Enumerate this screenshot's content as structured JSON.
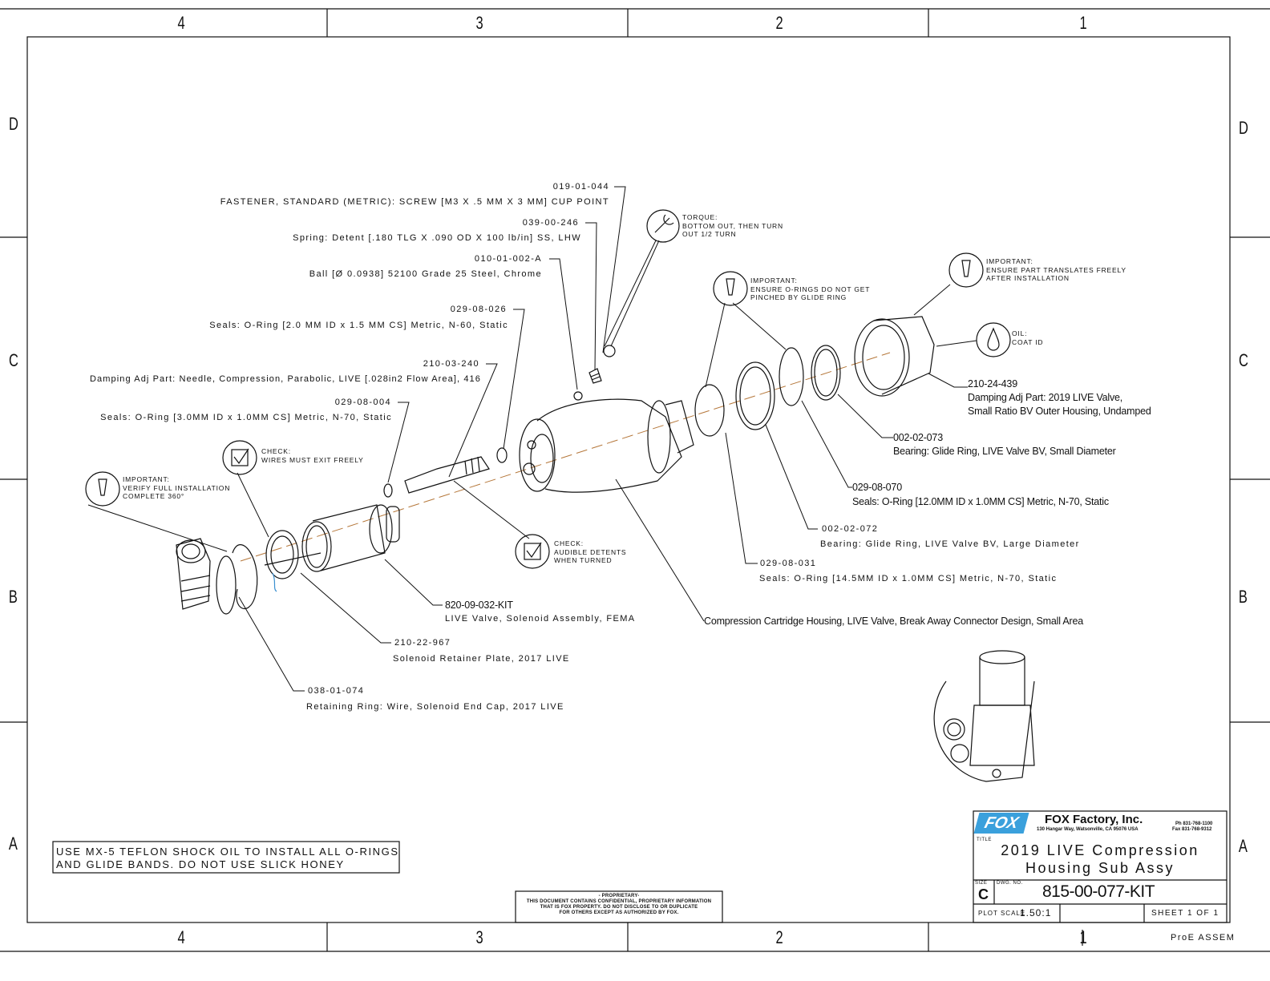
{
  "zones": {
    "columns": [
      "4",
      "3",
      "2",
      "1"
    ],
    "rows": [
      "D",
      "C",
      "B",
      "A"
    ]
  },
  "callouts": [
    {
      "part": "019-01-044",
      "desc": "FASTENER, STANDARD (METRIC):  SCREW [M3 X .5 MM X 3 MM] CUP POINT"
    },
    {
      "part": "039-00-246",
      "desc": "Spring: Detent [.180 TLG X .090 OD X 100 lb/in] SS, LHW"
    },
    {
      "part": "010-01-002-A",
      "desc": "Ball [Ø 0.0938] 52100 Grade 25 Steel, Chrome"
    },
    {
      "part": "029-08-026",
      "desc": "Seals: O-Ring [2.0 MM ID x 1.5 MM CS] Metric, N-60, Static"
    },
    {
      "part": "210-03-240",
      "desc": "Damping Adj Part: Needle, Compression, Parabolic, LIVE [.028in2 Flow Area], 416"
    },
    {
      "part": "029-08-004",
      "desc": "Seals: O-Ring [3.0MM ID x 1.0MM CS] Metric, N-70, Static"
    },
    {
      "part": "210-24-439",
      "desc": "Damping Adj Part: 2019 LIVE Valve,",
      "desc2": "Small Ratio BV Outer Housing, Undamped"
    },
    {
      "part": "002-02-073",
      "desc": "Bearing: Glide Ring, LIVE Valve BV, Small Diameter"
    },
    {
      "part": "029-08-070",
      "desc": "Seals: O-Ring [12.0MM ID x 1.0MM CS] Metric, N-70, Static"
    },
    {
      "part": "002-02-072",
      "desc": "Bearing: Glide Ring, LIVE Valve BV, Large Diameter"
    },
    {
      "part": "029-08-031",
      "desc": "Seals: O-Ring [14.5MM ID x 1.0MM CS] Metric, N-70, Static"
    },
    {
      "part": "",
      "desc": "Compression Cartridge Housing, LIVE Valve, Break Away Connector Design, Small Area"
    },
    {
      "part": "820-09-032-KIT",
      "desc": "LIVE Valve, Solenoid Assembly, FEMA"
    },
    {
      "part": "210-22-967",
      "desc": "Solenoid Retainer Plate, 2017 LIVE"
    },
    {
      "part": "038-01-074",
      "desc": "Retaining Ring: Wire, Solenoid End Cap, 2017 LIVE"
    }
  ],
  "flags": {
    "torque": [
      "TORQUE:",
      "BOTTOM OUT, THEN TURN",
      "OUT 1/2 TURN"
    ],
    "important_orings": [
      "IMPORTANT:",
      "ENSURE O-RINGS DO NOT GET",
      "PINCHED BY GLIDE RING"
    ],
    "important_translate": [
      "IMPORTANT:",
      "ENSURE PART TRANSLATES FREELY",
      "AFTER INSTALLATION"
    ],
    "oil": [
      "OIL:",
      "COAT ID"
    ],
    "check_wires": [
      "CHECK:",
      "WIRES MUST EXIT FREELY"
    ],
    "important_install": [
      "IMPORTANT:",
      "VERIFY FULL INSTALLATION",
      "COMPLETE 360°"
    ],
    "check_detents": [
      "CHECK:",
      "AUDIBLE DETENTS",
      "WHEN TURNED"
    ]
  },
  "general_note": [
    "USE MX-5 TEFLON SHOCK OIL TO INSTALL ALL O-RINGS",
    "AND GLIDE BANDS. DO NOT USE SLICK HONEY"
  ],
  "proprietary": [
    "- PROPRIETARY-",
    "THIS DOCUMENT CONTAINS CONFIDENTIAL, PROPRIETARY INFORMATION",
    "THAT IS FOX PROPERTY.  DO NOT DISCLOSE TO OR DUPLICATE",
    "FOR OTHERS EXCEPT AS AUTHORIZED BY FOX."
  ],
  "title_block": {
    "logo_text": "FOX",
    "company": "FOX Factory, Inc.",
    "address": "130 Hangar Way, Watsonville, CA 95076 USA",
    "phone": "Ph 831-768-1100",
    "fax": "Fax 831-768-9312",
    "title_label": "TITLE",
    "title_line1": "2019 LIVE Compression",
    "title_line2": "Housing Sub Assy",
    "size_label": "SIZE",
    "size": "C",
    "dwg_label": "DWG. NO.",
    "dwg_no": "815-00-077-KIT",
    "plot_scale_label": "PLOT SCALE",
    "plot_scale": "1.50:1",
    "sheet": "SHEET 1 OF 1",
    "software": "ProE ASSEM"
  },
  "colors": {
    "line": "#111111",
    "axis": "#b5773a",
    "logo": "#3aa0dc",
    "wire": "#3a8fd0"
  }
}
